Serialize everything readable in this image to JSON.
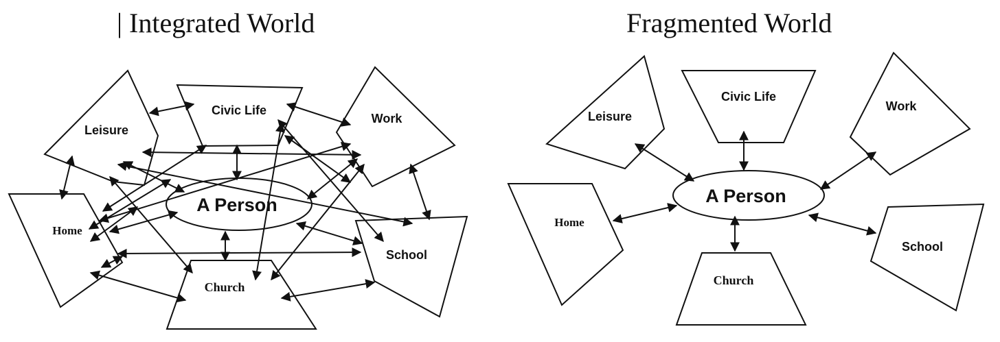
{
  "integrated": {
    "title": "| Integrated World",
    "center": "A Person",
    "nodes": {
      "leisure": "Leisure",
      "civic": "Civic Life",
      "work": "Work",
      "home": "Home",
      "school": "School",
      "church": "Church"
    }
  },
  "fragmented": {
    "title": "Fragmented World",
    "center": "A Person",
    "nodes": {
      "leisure": "Leisure",
      "civic": "Civic Life",
      "work": "Work",
      "home": "Home",
      "school": "School",
      "church": "Church"
    }
  }
}
